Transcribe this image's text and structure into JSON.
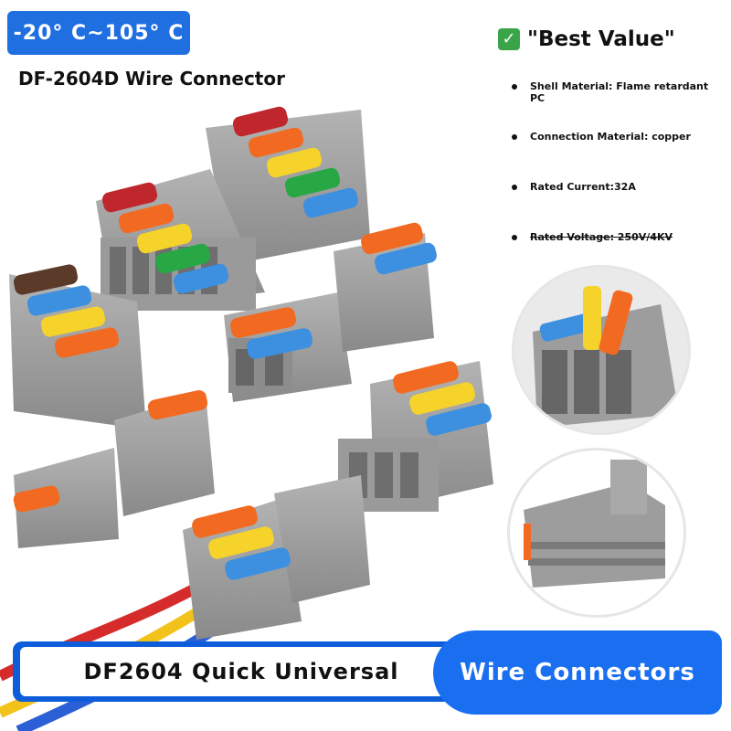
{
  "temp_badge": "-20° C~105° C",
  "product_title": "DF-2604D Wire Connector",
  "best_value": "\"Best Value\"",
  "specs": [
    "Shell Material: Flame retardant PC",
    "Connection Material: copper",
    "Rated Current:32A",
    "Rated Voltage: 250V/4KV"
  ],
  "banner_left": "DF2604 Quick Universal",
  "banner_right": "Wire Connectors",
  "colors": {
    "brand_blue": "#1a6ff0",
    "lever_red": "#c0272d",
    "lever_orange": "#f26a21",
    "lever_yellow": "#f6d32a",
    "lever_green": "#28a745",
    "lever_blue": "#3d8fe0",
    "lever_brown": "#5b3a29",
    "housing_grey": "#9c9c9c"
  }
}
